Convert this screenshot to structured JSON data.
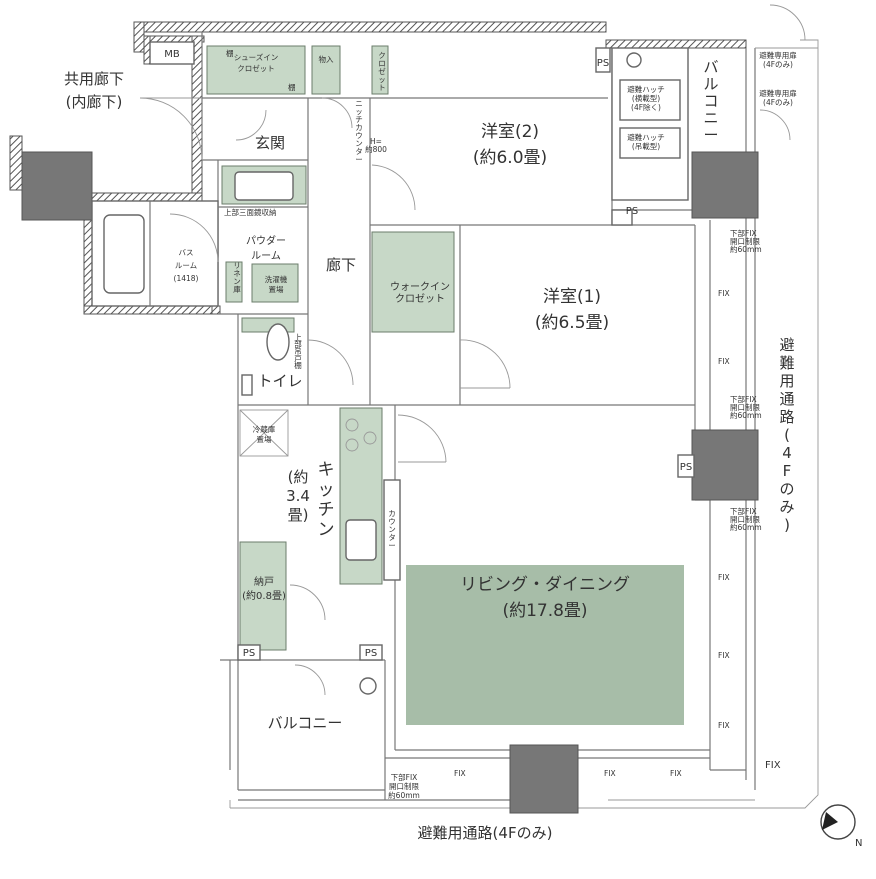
{
  "labels": {
    "common_corridor": "共用廊下",
    "common_corridor_sub": "(内廊下)",
    "mb": "MB",
    "shoe_closet": "シューズイン\nクロゼット",
    "shelf": "棚",
    "storage": "物入",
    "closet_small": "クロゼット",
    "niche_counter": "ニッチカウンター",
    "h800": "H=\n約800",
    "entrance": "玄関",
    "upper_storage": "上部三面鏡収納",
    "bath": "バス\nルーム\n(1418)",
    "powder": "パウダー\nルーム",
    "linen": "リネン庫",
    "washer": "洗濯機\n置場",
    "corridor": "廊下",
    "toilet": "トイレ",
    "toilet_shelf": "上部吊戸棚",
    "fridge": "冷蔵庫\n置場",
    "kitchen": "キッチン",
    "kitchen_size": "(約\n3.4\n畳)",
    "counter": "カウンター",
    "pantry": "納戸\n(約0.8畳)",
    "ps": "PS",
    "balcony_bottom": "バルコニー",
    "balcony_right": "バルコニー",
    "western2": "洋室(2)",
    "western2_size": "(約6.0畳)",
    "western1": "洋室(1)",
    "western1_size": "(約6.5畳)",
    "walkin": "ウォークイン\nクロゼット",
    "ldk": "リビング・ダイニング",
    "ldk_size": "(約17.8畳)",
    "hatch1": "避難ハッチ\n(横載型)\n(4F除く)",
    "hatch2": "避難ハッチ\n(吊載型)",
    "fix": "FIX",
    "lower_fix": "下部FIX\n開口制限\n約60mm",
    "escape_door1": "避難専用扉\n(4Fのみ)",
    "escape_door2": "避難専用扉\n(4Fのみ)",
    "escape_right": "避難用通路(4Fのみ)",
    "escape_bottom": "避難用通路(4Fのみ)",
    "north": "N"
  },
  "colors": {
    "room_green": "#c7d8c7",
    "ldk_green": "#a7bda8",
    "wall_dark": "#777777"
  }
}
